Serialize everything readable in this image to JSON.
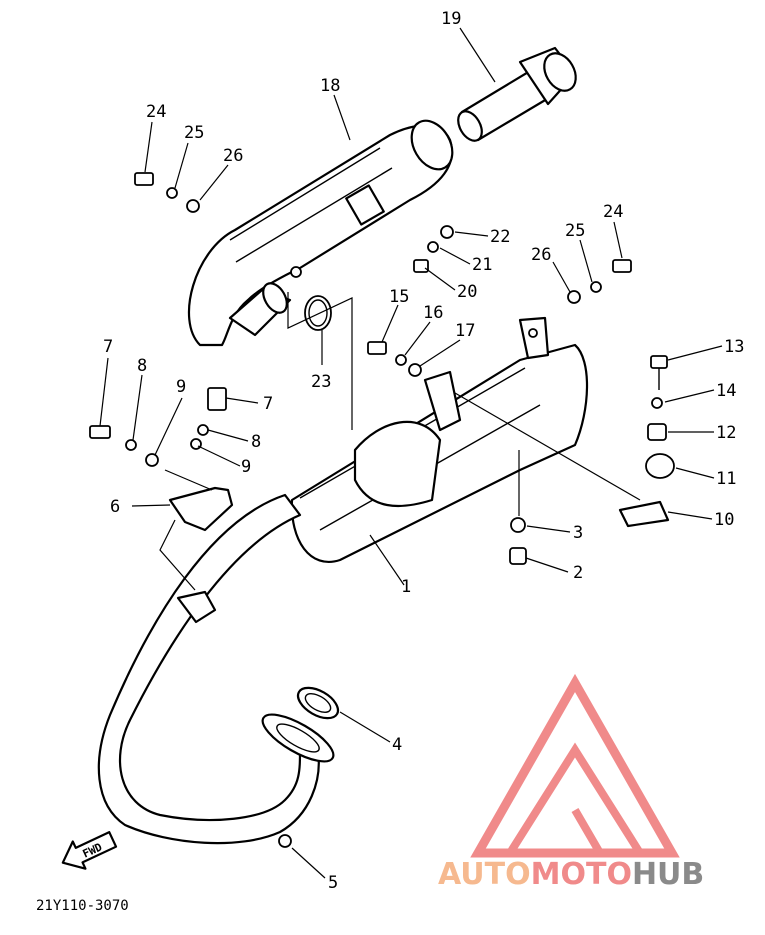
{
  "diagram_code": "21Y110-3070",
  "fwd_label": "FWD",
  "watermark": {
    "part1": "AUTO",
    "part2": "MOTO",
    "part3": "HUB",
    "color_orange": "#f6b98f",
    "color_red": "#f08a8a",
    "color_gray": "#8a8a8a"
  },
  "callouts": {
    "c1": "1",
    "c2": "2",
    "c3": "3",
    "c4": "4",
    "c5": "5",
    "c6": "6",
    "c7a": "7",
    "c7b": "7",
    "c8a": "8",
    "c8b": "8",
    "c9a": "9",
    "c9b": "9",
    "c10": "10",
    "c11": "11",
    "c12": "12",
    "c13": "13",
    "c14": "14",
    "c15": "15",
    "c16": "16",
    "c17": "17",
    "c18": "18",
    "c19": "19",
    "c20": "20",
    "c21": "21",
    "c22": "22",
    "c23": "23",
    "c24a": "24",
    "c24b": "24",
    "c25a": "25",
    "c25b": "25",
    "c26a": "26",
    "c26b": "26"
  }
}
